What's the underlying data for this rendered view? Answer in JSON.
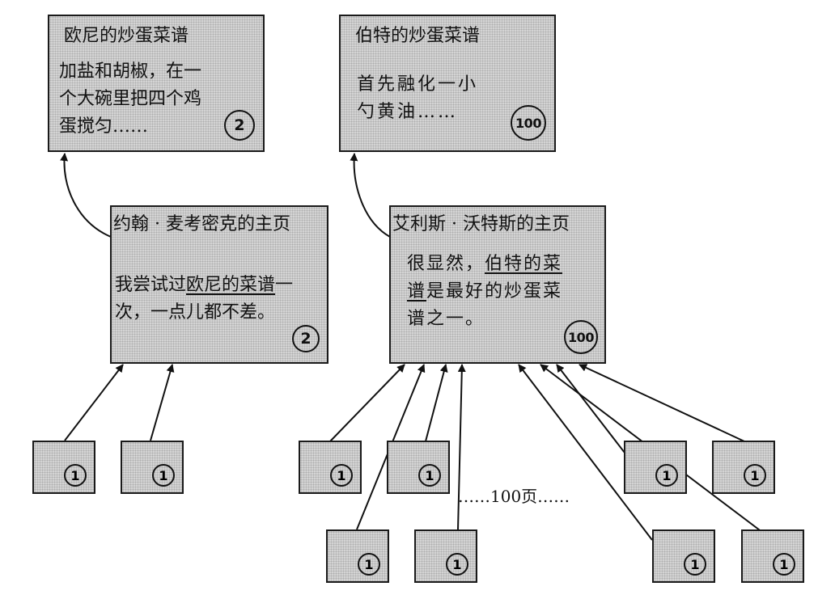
{
  "diagram": {
    "pages": {
      "ernie": {
        "title": "欧尼的炒蛋菜谱",
        "lines": [
          "加盐和胡椒，在一",
          "个大碗里把四个鸡",
          "蛋搅匀……"
        ],
        "score": "2"
      },
      "bert": {
        "title": "伯特的炒蛋菜谱",
        "lines": [
          "首先融化一小",
          "勺黄油……"
        ],
        "score": "100"
      },
      "john": {
        "title": "约翰 · 麦考密克的主页",
        "line1_pre": "我尝试过",
        "line1_link": "欧尼的菜谱",
        "line1_post": "一",
        "line2": "次，一点儿都不差。",
        "score": "2"
      },
      "alice": {
        "title": "艾利斯 · 沃特斯的主页",
        "line1_pre": "很显然，",
        "line1_link": "伯特的菜",
        "line2_link": "谱",
        "line2_post": "是最好的炒蛋菜",
        "line3": "谱之一。",
        "score": "100"
      }
    },
    "small_page_score": "1",
    "more_pages_label": "……100页……"
  }
}
